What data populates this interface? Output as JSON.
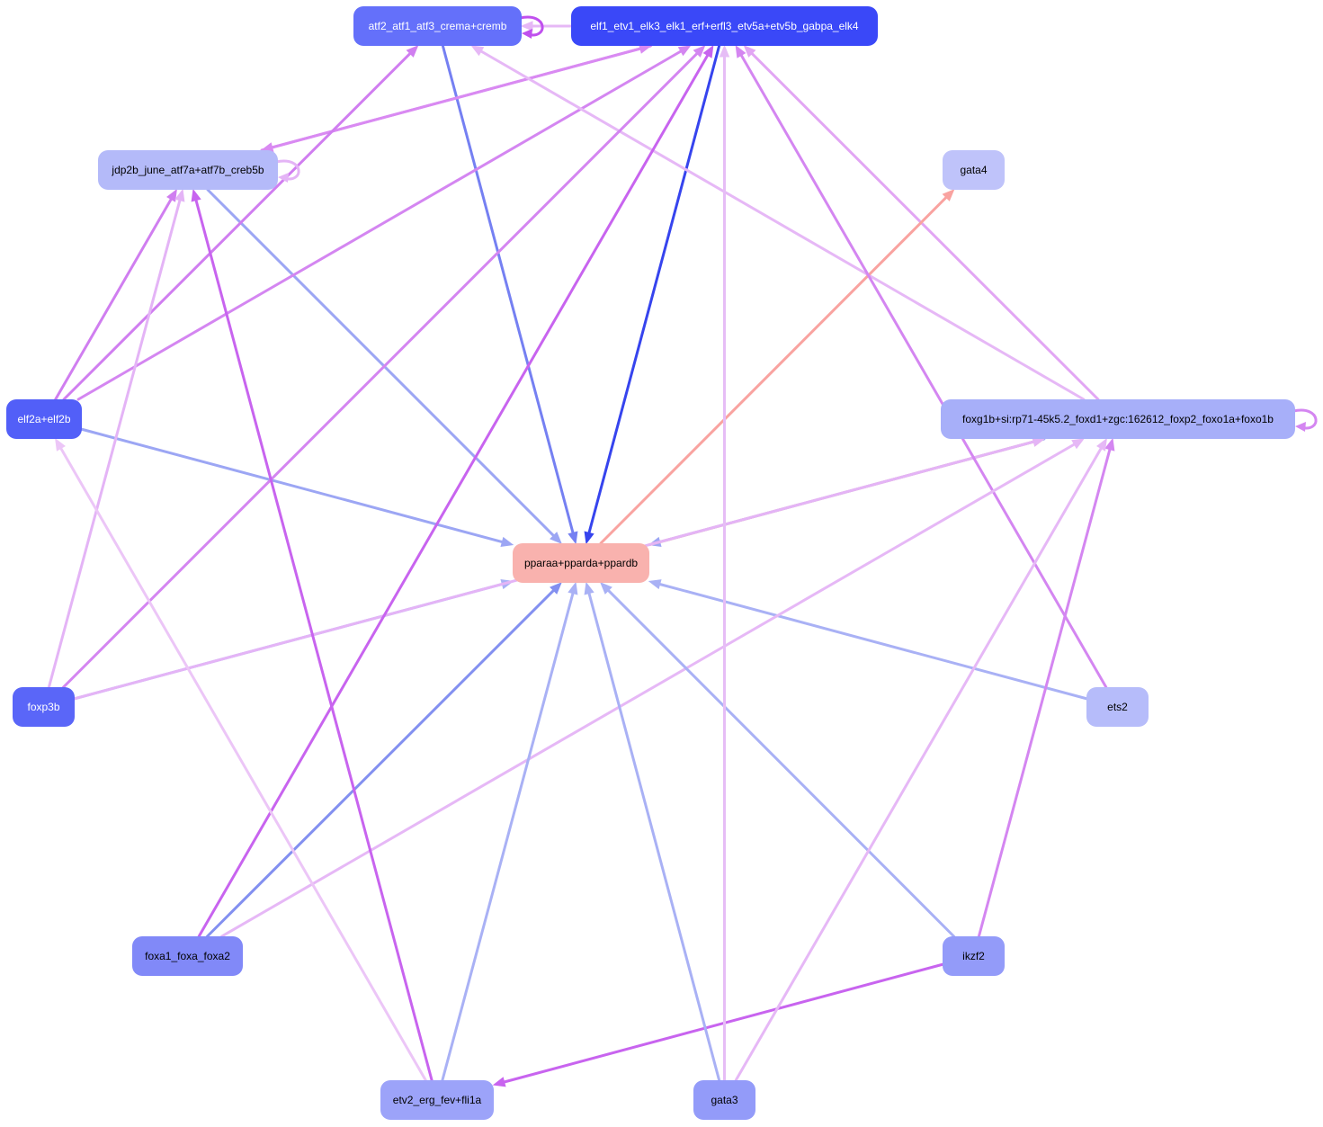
{
  "colors": {
    "background": "#ffffff"
  },
  "nodes": [
    {
      "id": "atf2",
      "label": "atf2_atf1_atf3_crema+cremb",
      "fill": "#6470fa",
      "text": "#ffffff"
    },
    {
      "id": "elf1",
      "label": "elf1_etv1_elk3_elk1_erf+erfl3_etv5a+etv5b_gabpa_elk4",
      "fill": "#3a48f8",
      "text": "#ffffff"
    },
    {
      "id": "jdp2b",
      "label": "jdp2b_june_atf7a+atf7b_creb5b",
      "fill": "#b4baf9",
      "text": "#000000"
    },
    {
      "id": "gata4",
      "label": "gata4",
      "fill": "#bfc3fa",
      "text": "#000000"
    },
    {
      "id": "elf2a",
      "label": "elf2a+elf2b",
      "fill": "#525ff8",
      "text": "#ffffff"
    },
    {
      "id": "foxg1b",
      "label": "foxg1b+si:rp71-45k5.2_foxd1+zgc:162612_foxp2_foxo1a+foxo1b",
      "fill": "#a7aff9",
      "text": "#000000"
    },
    {
      "id": "ppara",
      "label": "pparaa+pparda+ppardb",
      "fill": "#f9b2ae",
      "text": "#000000"
    },
    {
      "id": "foxp3b",
      "label": "foxp3b",
      "fill": "#5a66f8",
      "text": "#ffffff"
    },
    {
      "id": "ets2",
      "label": "ets2",
      "fill": "#b6bcfa",
      "text": "#000000"
    },
    {
      "id": "foxa1",
      "label": "foxa1_foxa_foxa2",
      "fill": "#8189f8",
      "text": "#000000"
    },
    {
      "id": "ikzf2",
      "label": "ikzf2",
      "fill": "#939bf9",
      "text": "#000000"
    },
    {
      "id": "etv2",
      "label": "etv2_erg_fev+fli1a",
      "fill": "#9ca3f9",
      "text": "#000000"
    },
    {
      "id": "gata3",
      "label": "gata3",
      "fill": "#939bf9",
      "text": "#000000"
    }
  ],
  "edges": [
    {
      "from": "atf2",
      "to": "ppara",
      "color": "#7580f2"
    },
    {
      "from": "elf1",
      "to": "ppara",
      "color": "#3644ee"
    },
    {
      "from": "elf1",
      "to": "jdp2b",
      "color": "#d98af2"
    },
    {
      "from": "jdp2b",
      "to": "elf1",
      "color": "#d98af2"
    },
    {
      "from": "jdp2b",
      "to": "ppara",
      "color": "#9ca6f4"
    },
    {
      "from": "elf2a",
      "to": "atf2",
      "color": "#d07ef0"
    },
    {
      "from": "elf2a",
      "to": "elf1",
      "color": "#d486f1"
    },
    {
      "from": "elf2a",
      "to": "jdp2b",
      "color": "#d07ef0"
    },
    {
      "from": "elf2a",
      "to": "ppara",
      "color": "#9ca6f4"
    },
    {
      "from": "foxg1b",
      "to": "elf1",
      "color": "#e2a6f4"
    },
    {
      "from": "foxg1b",
      "to": "atf2",
      "color": "#e6b8f6"
    },
    {
      "from": "foxg1b",
      "to": "ppara",
      "color": "#9ca6f4"
    },
    {
      "from": "ppara",
      "to": "gata4",
      "color": "#f9a3a0"
    },
    {
      "from": "ppara",
      "to": "foxg1b",
      "color": "#f9b3ad"
    },
    {
      "from": "foxp3b",
      "to": "elf1",
      "color": "#d486f1"
    },
    {
      "from": "foxp3b",
      "to": "jdp2b",
      "color": "#e4b4f6"
    },
    {
      "from": "foxp3b",
      "to": "ppara",
      "color": "#a9b1f5"
    },
    {
      "from": "foxp3b",
      "to": "foxg1b",
      "color": "#e4b4f6"
    },
    {
      "from": "ets2",
      "to": "elf1",
      "color": "#d486f1"
    },
    {
      "from": "ets2",
      "to": "ppara",
      "color": "#a9b1f5"
    },
    {
      "from": "foxa1",
      "to": "elf1",
      "color": "#c864ef"
    },
    {
      "from": "foxa1",
      "to": "ppara",
      "color": "#8390f0"
    },
    {
      "from": "foxa1",
      "to": "foxg1b",
      "color": "#e6b8f6"
    },
    {
      "from": "ikzf2",
      "to": "ppara",
      "color": "#a9b1f5"
    },
    {
      "from": "ikzf2",
      "to": "foxg1b",
      "color": "#d486f1"
    },
    {
      "from": "ikzf2",
      "to": "etv2",
      "color": "#c864ef"
    },
    {
      "from": "etv2",
      "to": "jdp2b",
      "color": "#c864ef"
    },
    {
      "from": "etv2",
      "to": "elf2a",
      "color": "#ecc6f7"
    },
    {
      "from": "etv2",
      "to": "ppara",
      "color": "#a9b1f5"
    },
    {
      "from": "gata3",
      "to": "elf1",
      "color": "#e6bdf6"
    },
    {
      "from": "gata3",
      "to": "ppara",
      "color": "#a9b1f5"
    },
    {
      "from": "gata3",
      "to": "foxg1b",
      "color": "#e6b8f6"
    },
    {
      "from": "elf1",
      "to": "atf2",
      "color": "#e6b8f6"
    }
  ],
  "self_loops": [
    {
      "node": "atf2",
      "color": "#c050ee"
    },
    {
      "node": "jdp2b",
      "color": "#e4b4f6"
    },
    {
      "node": "foxg1b",
      "color": "#d486f1"
    }
  ]
}
